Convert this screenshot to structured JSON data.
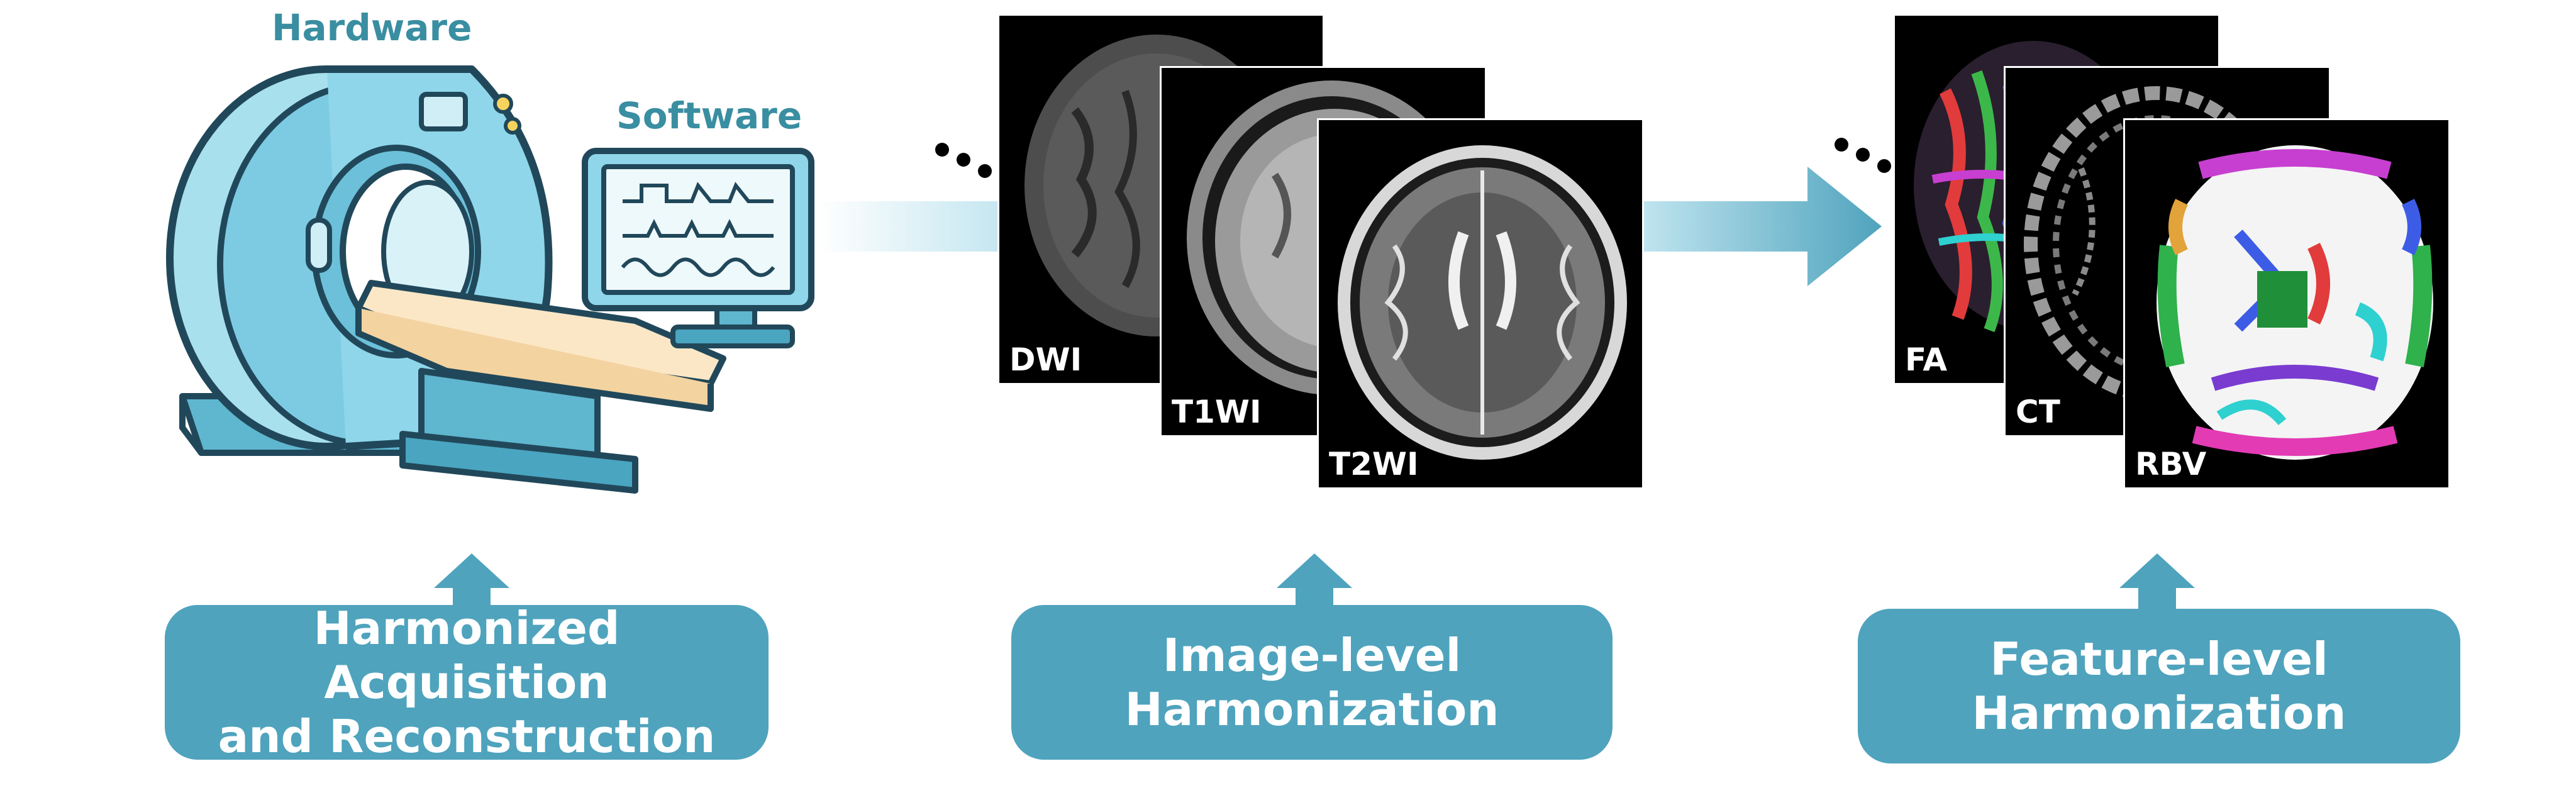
{
  "acquisition": {
    "hardware_label": "Hardware",
    "software_label": "Software",
    "box_line1": "Harmonized Acquisition",
    "box_line2": "and Reconstruction"
  },
  "image_level": {
    "panels": [
      "DWI",
      "T1WI",
      "T2WI"
    ],
    "box_line1": "Image-level",
    "box_line2": "Harmonization"
  },
  "feature_level": {
    "panels": [
      "FA",
      "CT",
      "RBV"
    ],
    "box_line1": "Feature-level",
    "box_line2": "Harmonization"
  },
  "colors": {
    "box_fill": "#4fa3bd",
    "title_text": "#3a8ea1",
    "arrow_fill": "#5aaec6",
    "scanner_blue": "#8fd6ea",
    "table_cream": "#fbe7c6"
  }
}
